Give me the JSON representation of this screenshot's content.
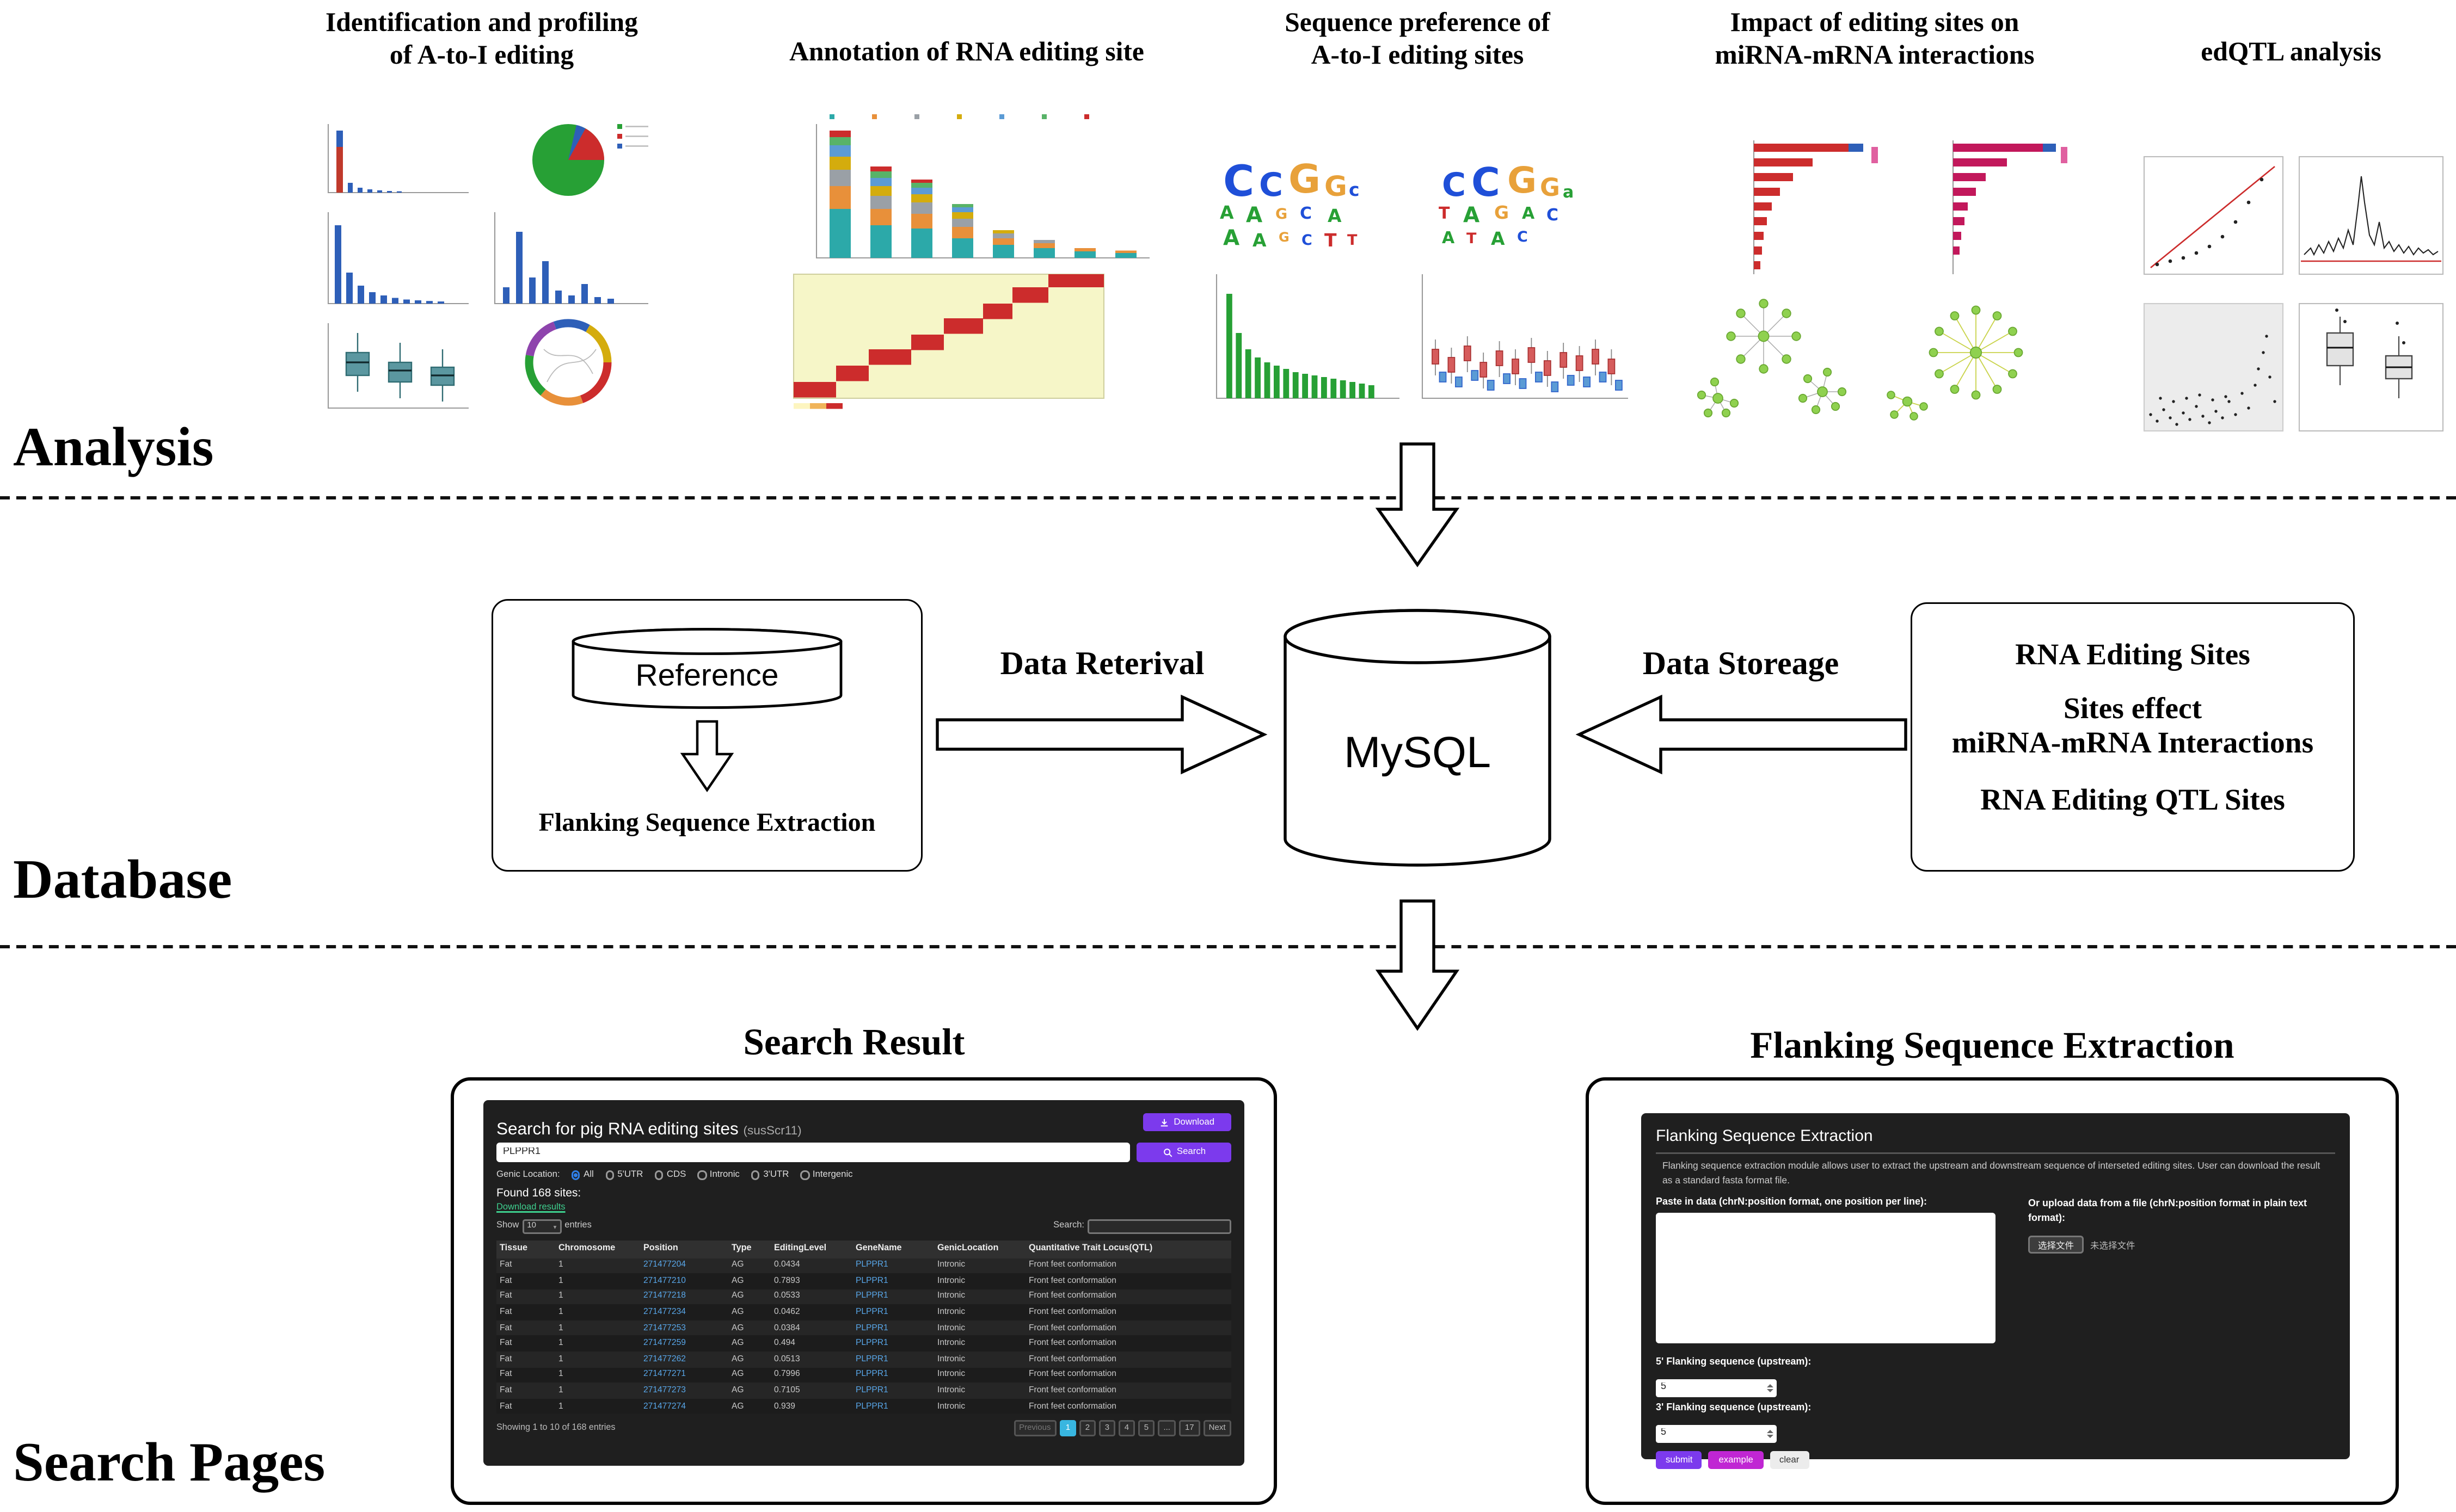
{
  "section_labels": {
    "analysis": "Analysis",
    "database": "Database",
    "search_pages": "Search Pages"
  },
  "analysis": {
    "panel1_title_line1": "Identification and profiling",
    "panel1_title_line2": "of A-to-I editing",
    "panel2_title": "Annotation of RNA editing site",
    "panel3_title_line1": "Sequence preference of",
    "panel3_title_line2": "A-to-I editing sites",
    "panel4_title_line1": "Impact  of editing sites  on",
    "panel4_title_line2": "miRNA-mRNA interactions",
    "panel5_title": "edQTL analysis"
  },
  "database": {
    "reference_label": "Reference",
    "reference_caption": "Flanking Sequence Extraction",
    "retrieval_label": "Data Reterival",
    "storage_label": "Data Storeage",
    "mysql_label": "MySQL",
    "storage_lines": [
      "RNA Editing Sites",
      "Sites effect",
      "miRNA-mRNA Interactions",
      "RNA Editing QTL Sites"
    ]
  },
  "search_result": {
    "section_title": "Search Result",
    "app_title": "Search for pig RNA editing sites",
    "app_title_note": "(susScr11)",
    "download_button": "Download",
    "search_value": "PLPPR1",
    "search_button": "Search",
    "genic_location_label": "Genic Location:",
    "genic_options": [
      "All",
      "5'UTR",
      "CDS",
      "Intronic",
      "3'UTR",
      "Intergenic"
    ],
    "genic_selected": "All",
    "found_text": "Found 168 sites:",
    "download_results_link": "Download results",
    "show_label": "Show",
    "show_value": "10",
    "entries_label": "entries",
    "table_search_label": "Search:",
    "columns": [
      "Tissue",
      "Chromosome",
      "Position",
      "Type",
      "EditingLevel",
      "GeneName",
      "GenicLocation",
      "Quantitative Trait Locus(QTL)"
    ],
    "rows": [
      {
        "tissue": "Fat",
        "chr": "1",
        "pos": "271477204",
        "type": "AG",
        "level": "0.0434",
        "gene": "PLPPR1",
        "loc": "Intronic",
        "qtl": "Front feet conformation"
      },
      {
        "tissue": "Fat",
        "chr": "1",
        "pos": "271477210",
        "type": "AG",
        "level": "0.7893",
        "gene": "PLPPR1",
        "loc": "Intronic",
        "qtl": "Front feet conformation"
      },
      {
        "tissue": "Fat",
        "chr": "1",
        "pos": "271477218",
        "type": "AG",
        "level": "0.0533",
        "gene": "PLPPR1",
        "loc": "Intronic",
        "qtl": "Front feet conformation"
      },
      {
        "tissue": "Fat",
        "chr": "1",
        "pos": "271477234",
        "type": "AG",
        "level": "0.0462",
        "gene": "PLPPR1",
        "loc": "Intronic",
        "qtl": "Front feet conformation"
      },
      {
        "tissue": "Fat",
        "chr": "1",
        "pos": "271477253",
        "type": "AG",
        "level": "0.0384",
        "gene": "PLPPR1",
        "loc": "Intronic",
        "qtl": "Front feet conformation"
      },
      {
        "tissue": "Fat",
        "chr": "1",
        "pos": "271477259",
        "type": "AG",
        "level": "0.494",
        "gene": "PLPPR1",
        "loc": "Intronic",
        "qtl": "Front feet conformation"
      },
      {
        "tissue": "Fat",
        "chr": "1",
        "pos": "271477262",
        "type": "AG",
        "level": "0.0513",
        "gene": "PLPPR1",
        "loc": "Intronic",
        "qtl": "Front feet conformation"
      },
      {
        "tissue": "Fat",
        "chr": "1",
        "pos": "271477271",
        "type": "AG",
        "level": "0.7996",
        "gene": "PLPPR1",
        "loc": "Intronic",
        "qtl": "Front feet conformation"
      },
      {
        "tissue": "Fat",
        "chr": "1",
        "pos": "271477273",
        "type": "AG",
        "level": "0.7105",
        "gene": "PLPPR1",
        "loc": "Intronic",
        "qtl": "Front feet conformation"
      },
      {
        "tissue": "Fat",
        "chr": "1",
        "pos": "271477274",
        "type": "AG",
        "level": "0.939",
        "gene": "PLPPR1",
        "loc": "Intronic",
        "qtl": "Front feet conformation"
      }
    ],
    "showing_text": "Showing 1 to 10 of 168 entries",
    "pagination": [
      "Previous",
      "1",
      "2",
      "3",
      "4",
      "5",
      "...",
      "17",
      "Next"
    ],
    "active_page": "1"
  },
  "flanking": {
    "section_title": "Flanking Sequence Extraction",
    "panel_title": "Flanking Sequence Extraction",
    "description": "Flanking sequence extraction module allows user to extract the upstream and downstream sequence of interseted editing sites. User can download the result as a standard fasta format file.",
    "paste_label": "Paste in data (chrN:position format, one position per line):",
    "upload_label": "Or upload data from a file (chrN:position format in plain text format):",
    "file_button": "选择文件",
    "file_status": "未选择文件",
    "five_prime_label": "5' Flanking sequence (upstream):",
    "five_prime_value": "5",
    "three_prime_label": "3' Flanking sequence (upstream):",
    "three_prime_value": "5",
    "submit_button": "submit",
    "example_button": "example",
    "clear_button": "clear"
  },
  "icons": {
    "download_icon": "arrow-down-into-tray",
    "search_icon": "magnifier",
    "entries_select_icon": "chevron-down",
    "spinner_icons": "up-down-triangles"
  },
  "colors": {
    "accent_purple": "#7c3aed",
    "accent_magenta": "#c026d3",
    "link_blue": "#58a6e8",
    "active_page_blue": "#38b6e0",
    "download_results_green": "#3ecf8e",
    "panel_bg_dark": "#1f1f1f"
  }
}
